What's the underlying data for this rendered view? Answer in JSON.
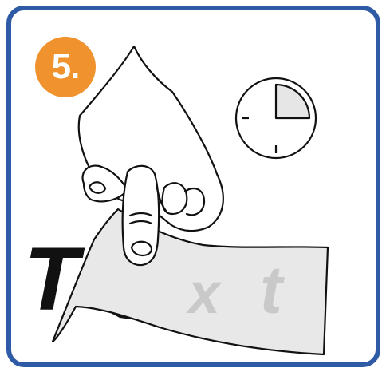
{
  "step": {
    "label": "5."
  },
  "illustration": {
    "sample_text_letters": [
      "T",
      "x",
      "t"
    ]
  },
  "colors": {
    "frame": "#2e5aa6",
    "badge": "#f0922e",
    "sheet": "#e8e8e8",
    "ghost_text": "#c9c9c9",
    "ink": "#111111"
  },
  "icons": [
    "clock-icon",
    "hand-icon"
  ]
}
